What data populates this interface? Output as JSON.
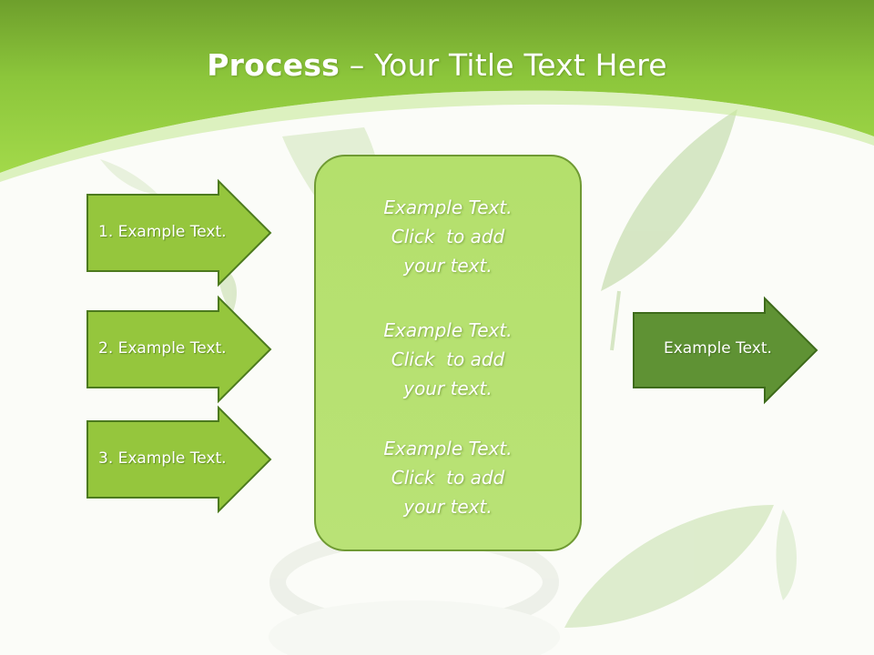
{
  "title": {
    "bold": "Process",
    "rest": " – Your Title Text Here"
  },
  "input_arrows": [
    {
      "label": "1. Example Text."
    },
    {
      "label": "2. Example Text."
    },
    {
      "label": "3. Example Text."
    }
  ],
  "center_box": {
    "blocks": [
      {
        "lines": [
          "Example Text.",
          "Click  to add",
          "your text."
        ]
      },
      {
        "lines": [
          "Example Text.",
          "Click  to add",
          "your text."
        ]
      },
      {
        "lines": [
          "Example Text.",
          "Click  to add",
          "your text."
        ]
      }
    ]
  },
  "output_arrow": {
    "label": "Example Text."
  },
  "colors": {
    "header_green": "#8ccc3a",
    "arrow_fill": "#95c63d",
    "arrow_border": "#4c7a1e",
    "output_arrow_fill": "#5f9234",
    "box_fill": "#b6e070"
  }
}
